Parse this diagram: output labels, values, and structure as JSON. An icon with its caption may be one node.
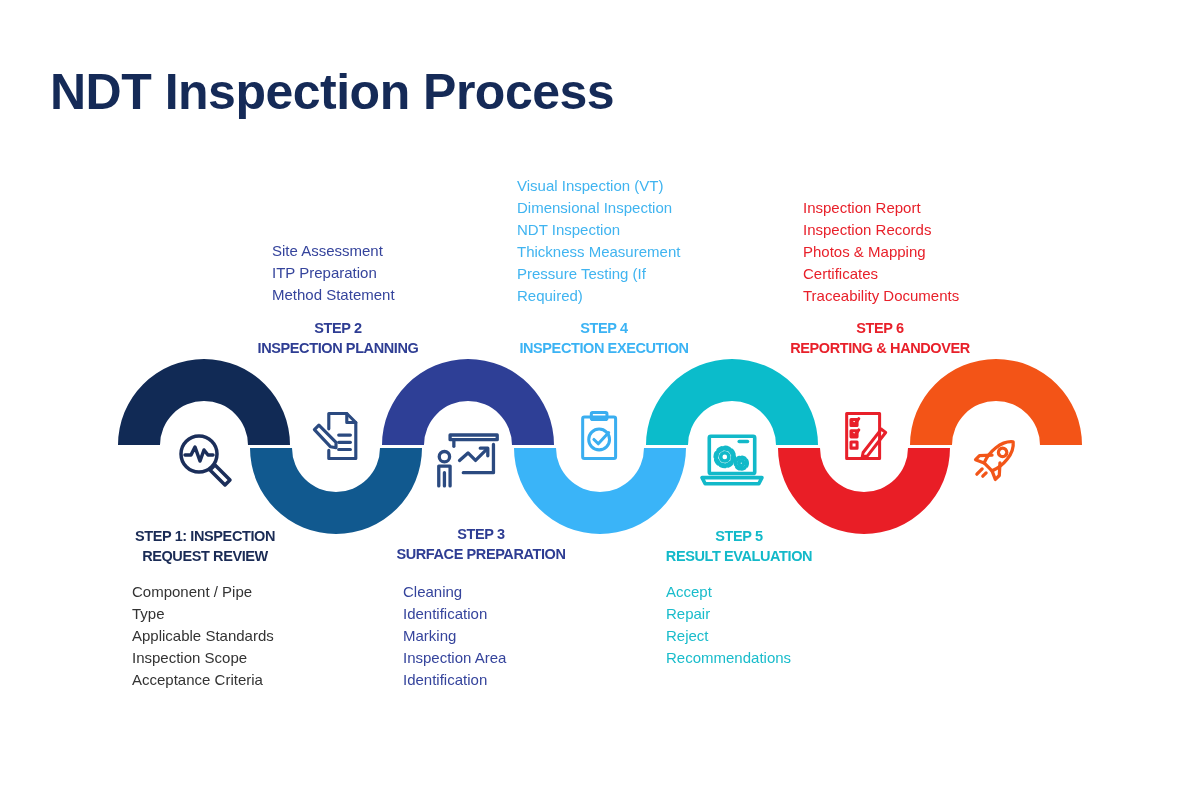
{
  "diagram": {
    "title": "NDT Inspection Process",
    "nodes": [
      {
        "text": [],
        "shape": "arc"
      },
      {
        "text": [],
        "shape": "arc"
      },
      {
        "text": [],
        "shape": "arc"
      },
      {
        "text": [],
        "shape": "arc"
      },
      {
        "text": [],
        "shape": "arc"
      },
      {
        "text": [],
        "shape": "arc"
      },
      {
        "text": [],
        "shape": "arc"
      }
    ],
    "labels": [
      "STEP 1: INSPECTION REQUEST REVIEW",
      "Component / Pipe Type",
      "Applicable Standards",
      "Inspection Scope",
      "Acceptance Criteria",
      "STEP 2 INSPECTION PLANNING",
      "Site Assessment",
      "ITP Preparation",
      "Method Statement",
      "STEP 3 SURFACE PREPARATION",
      "Cleaning",
      "Identification",
      "Marking",
      "Inspection Area Identification",
      "STEP 4 INSPECTION EXECUTION",
      "Visual Inspection (VT)",
      "Dimensional Inspection",
      "NDT Inspection",
      "Thickness Measurement",
      "Pressure Testing (If Required)",
      "STEP 5 RESULT EVALUATION",
      "Accept",
      "Repair",
      "Reject",
      "Recommendations",
      "STEP 6 REPORTING & HANDOVER",
      "Inspection Report",
      "Inspection Records",
      "Photos & Mapping",
      "Certificates",
      "Traceability Documents"
    ]
  }
}
